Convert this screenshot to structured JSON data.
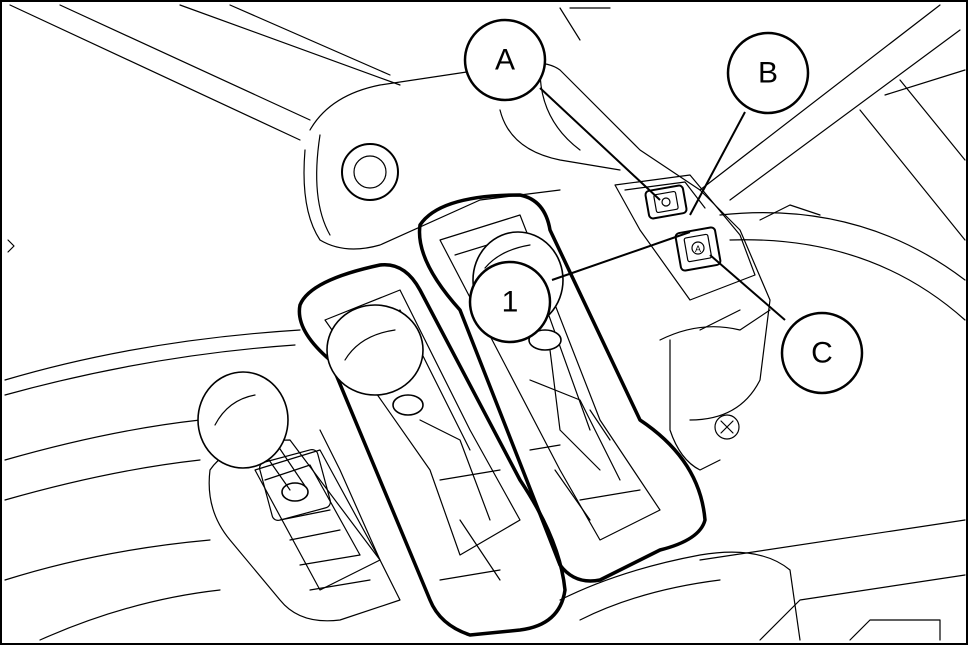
{
  "callouts": {
    "a": "A",
    "b": "B",
    "c": "C",
    "one": "1"
  }
}
